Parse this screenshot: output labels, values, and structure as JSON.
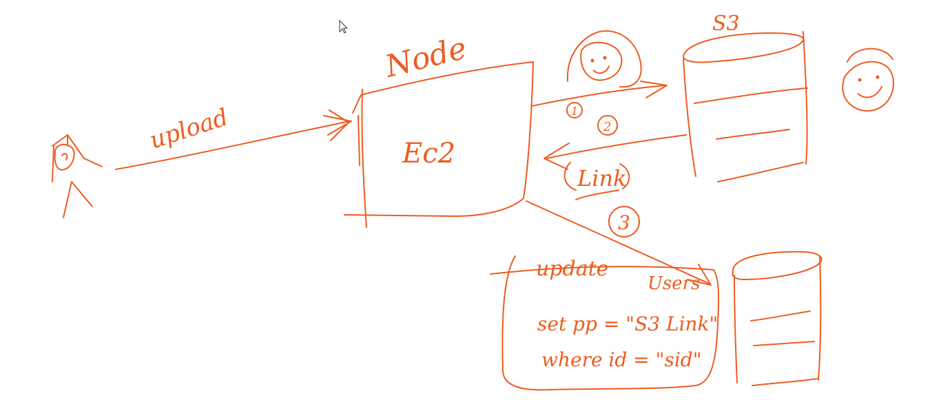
{
  "colors": {
    "ink": "#ee5b1f",
    "background": "#ffffff",
    "cursor_fill": "#ffffff",
    "cursor_stroke": "#333333"
  },
  "labels": {
    "upload": "upload",
    "node": "Node",
    "ec2": "Ec2",
    "s3": "S3",
    "step1": "1",
    "step2": "2",
    "step3": "3",
    "link": "Link",
    "update": "update",
    "users": "Users",
    "set_line": "set  pp = \"S3 Link\"",
    "where_line": "where  id = \"sid\""
  },
  "icons": {
    "user": "stick-figure-user-icon",
    "cursor": "mouse-pointer-icon",
    "face_1": "smiley-face-icon",
    "face_2": "smiley-face-icon",
    "s3_bucket": "cylinder-storage-icon",
    "database": "cylinder-database-icon"
  }
}
